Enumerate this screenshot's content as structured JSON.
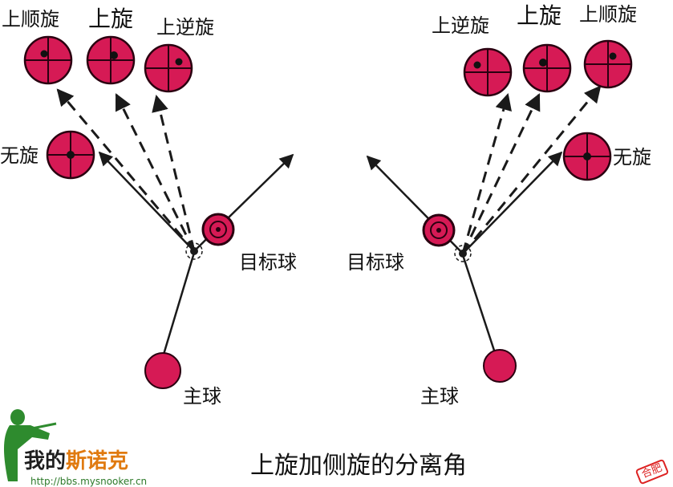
{
  "colors": {
    "ball_fill": "#d61a55",
    "ball_stroke": "#2a0010",
    "line": "#1a1a1a",
    "logo_green": "#2e8b2e",
    "logo_orange": "#e07a10"
  },
  "left": {
    "label_upper_follow": "上顺旋",
    "label_upper": "上旋",
    "label_upper_reverse": "上逆旋",
    "label_none": "无旋",
    "label_object_ball": "目标球",
    "label_cue_ball": "主球"
  },
  "right": {
    "label_upper_reverse": "上逆旋",
    "label_upper": "上旋",
    "label_upper_follow": "上顺旋",
    "label_none": "无旋",
    "label_object_ball": "目标球",
    "label_cue_ball": "主球"
  },
  "footer": {
    "title": "上旋加侧旋的分离角",
    "logo_prefix": "我的",
    "logo_brand": "斯诺克",
    "logo_url": "http://bbs.mysnooker.cn",
    "stamp": "合肥"
  }
}
